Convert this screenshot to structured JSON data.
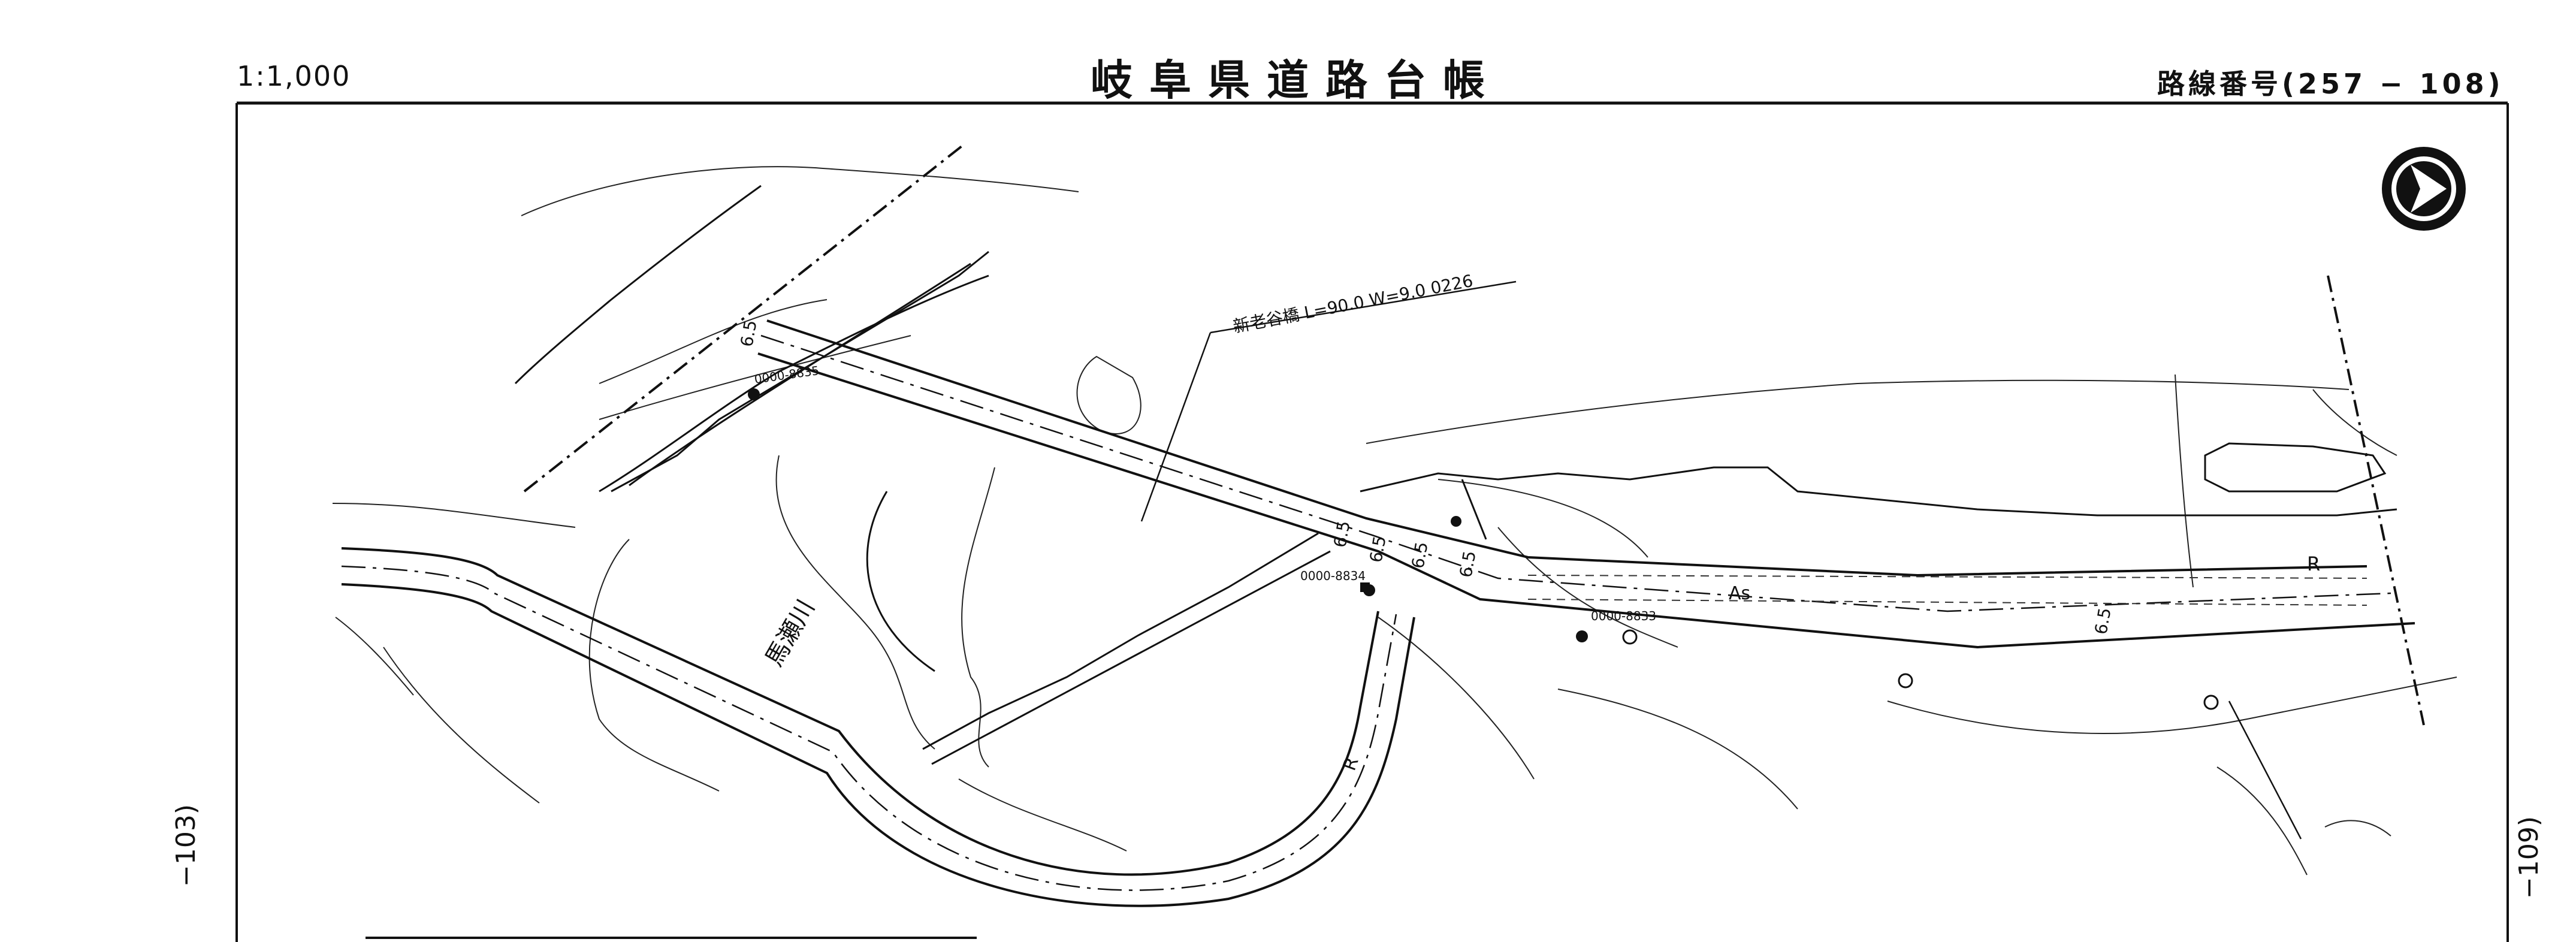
{
  "header": {
    "scale": "1:1,000",
    "title": "岐阜県道路台帳",
    "route_number": "路線番号(257 − 108)"
  },
  "side_refs": {
    "left": "−103)",
    "right": "−109)"
  },
  "map": {
    "bridge_label": "新老谷橋  L=90.0  W=9.0  0226",
    "river_label": "馬瀬川",
    "surface_label": "As",
    "r_label": "R",
    "widths": [
      "6.5",
      "6.5",
      "6.5",
      "6.5",
      "6.5",
      "6.5"
    ],
    "points": [
      "0000-8835",
      "0000-8834",
      "0000-8833"
    ]
  }
}
